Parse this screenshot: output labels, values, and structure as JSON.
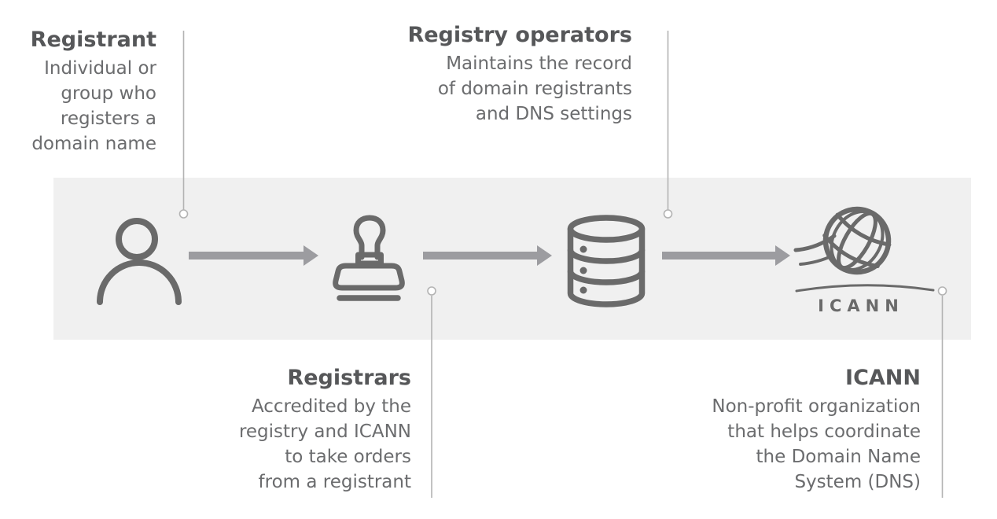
{
  "labels": {
    "registrant": {
      "title": "Registrant",
      "lines": [
        "Individual or",
        "group who",
        "registers a",
        "domain name"
      ]
    },
    "registrars": {
      "title": "Registrars",
      "lines": [
        "Accredited by the",
        "registry and ICANN",
        "to take orders",
        "from a registrant"
      ]
    },
    "registry_operators": {
      "title": "Registry operators",
      "lines": [
        "Maintains the record",
        "of domain registrants",
        "and DNS settings"
      ]
    },
    "icann": {
      "title": "ICANN",
      "lines": [
        "Non-profit organization",
        "that helps coordinate",
        "the Domain Name",
        "System (DNS)"
      ]
    }
  },
  "logo": {
    "wordmark": "ICANN"
  },
  "flow": [
    "Registrant",
    "Registrars",
    "Registry operators",
    "ICANN"
  ],
  "icons": [
    {
      "name": "person-icon",
      "represents": "Registrant"
    },
    {
      "name": "stamp-icon",
      "represents": "Registrars"
    },
    {
      "name": "database-icon",
      "represents": "Registry operators"
    },
    {
      "name": "icann-logo",
      "represents": "ICANN"
    }
  ],
  "colors": {
    "band": "#f0f0f0",
    "icon": "#6a6a6a",
    "arrow": "#9c9ca0",
    "title_text": "#565759",
    "body_text": "#6b6c6e",
    "connector": "#b3b3b3"
  }
}
